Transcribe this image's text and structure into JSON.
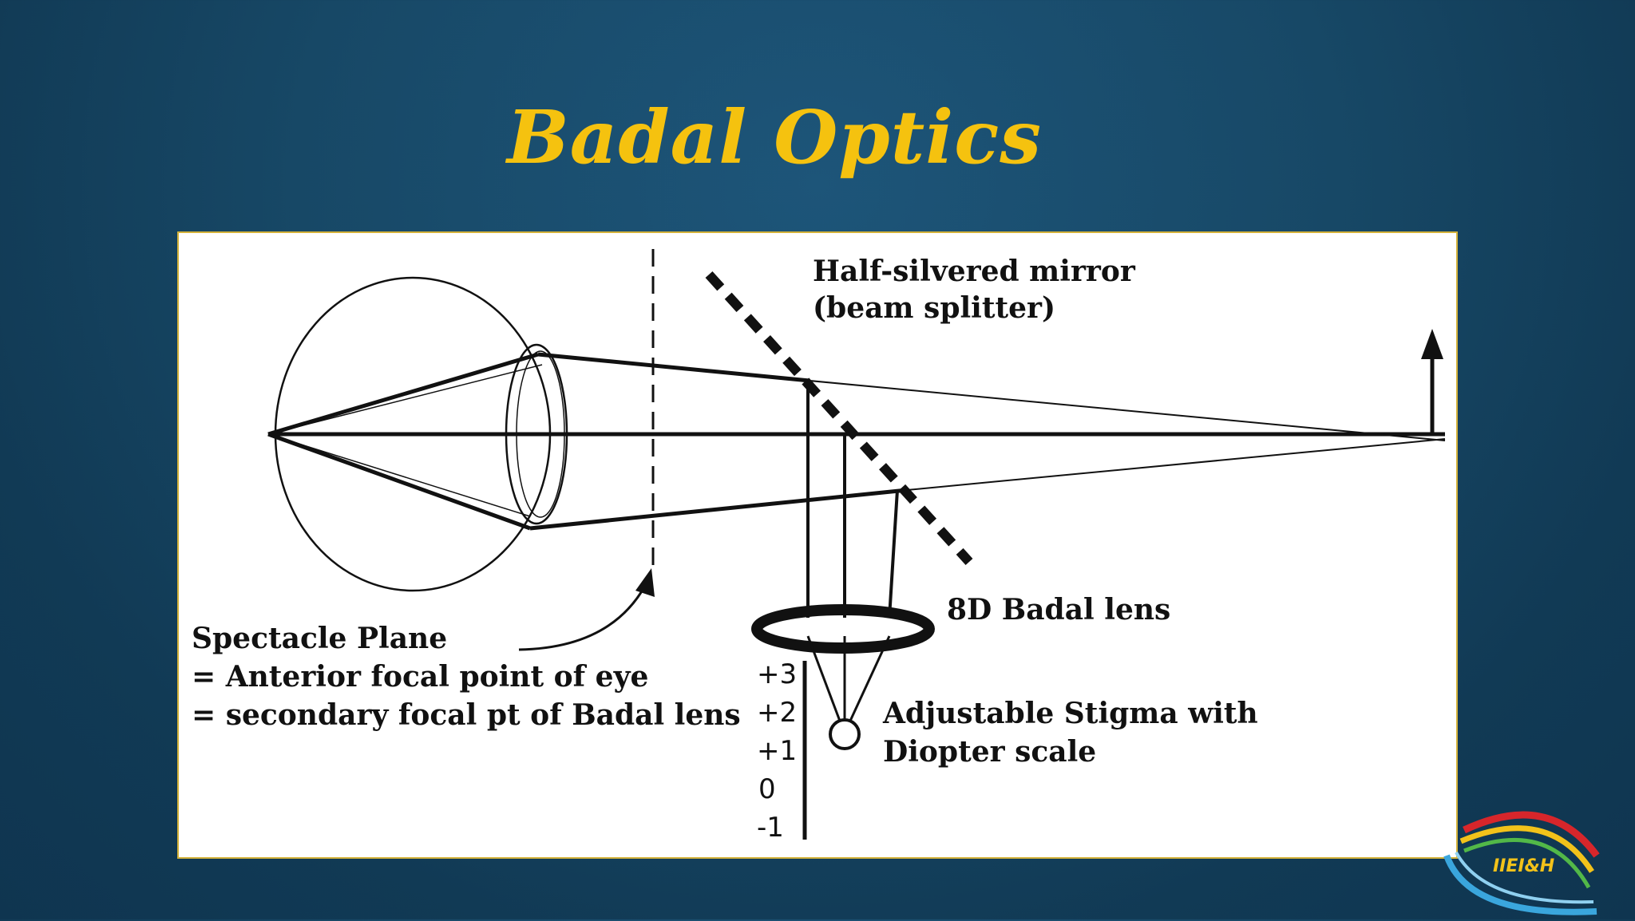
{
  "slide": {
    "title": "Badal Optics"
  },
  "diagram": {
    "labels": {
      "mirror_line1": "Half-silvered mirror",
      "mirror_line2": "(beam splitter)",
      "badal_lens": "8D Badal lens",
      "stigma_line1": "Adjustable Stigma with",
      "stigma_line2": "Diopter scale",
      "spectacle_line1": "Spectacle Plane",
      "spectacle_line2": "= Anterior focal point of eye",
      "spectacle_line3": "= secondary focal pt of Badal lens"
    },
    "diopter_scale": [
      "+3",
      "+2",
      "+1",
      "0",
      "-1"
    ]
  },
  "logo": {
    "text": "IIEI&H",
    "colors": {
      "red": "#d7262b",
      "yellow": "#f2c21a",
      "blue": "#3aa6dd",
      "green": "#52b848"
    }
  },
  "colors": {
    "title": "#f5c20f",
    "background": "#174866",
    "panel": "#ffffff"
  }
}
